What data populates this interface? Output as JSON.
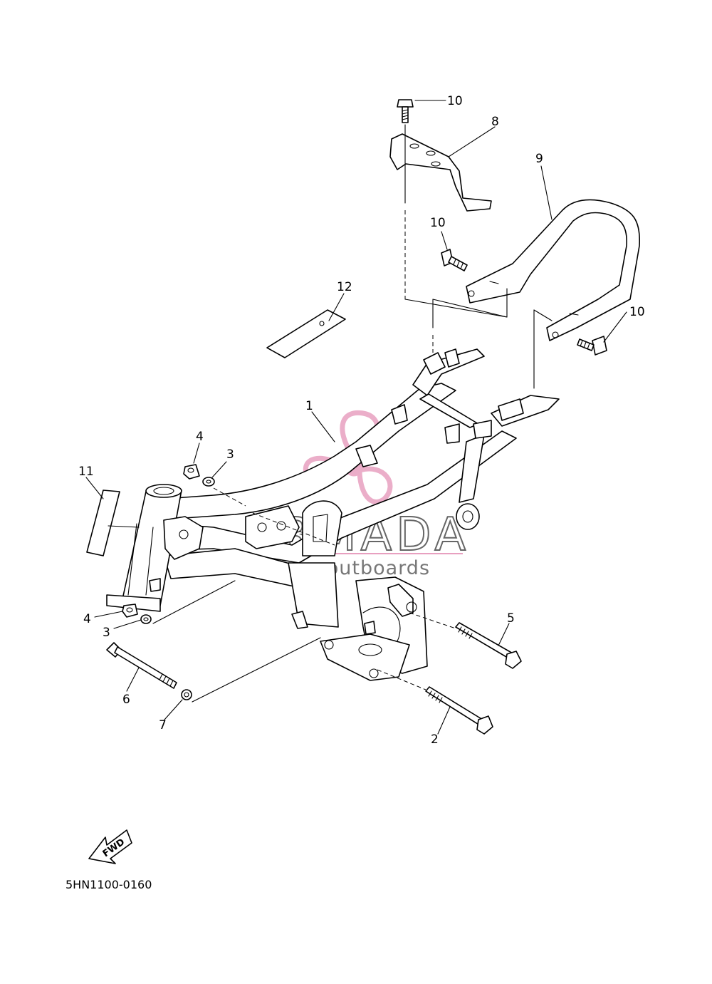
{
  "diagram": {
    "part_code": "5HN1100-0160",
    "fwd_label": "FWD",
    "watermark": {
      "brand": "ARMADA",
      "tagline": "marine outboards",
      "logo_color": "#e8a0c0",
      "text_color": "#666666"
    },
    "callouts": [
      {
        "id": "c1",
        "label": "1"
      },
      {
        "id": "c2",
        "label": "2"
      },
      {
        "id": "c3a",
        "label": "3"
      },
      {
        "id": "c3b",
        "label": "3"
      },
      {
        "id": "c4a",
        "label": "4"
      },
      {
        "id": "c4b",
        "label": "4"
      },
      {
        "id": "c5",
        "label": "5"
      },
      {
        "id": "c6",
        "label": "6"
      },
      {
        "id": "c7",
        "label": "7"
      },
      {
        "id": "c8",
        "label": "8"
      },
      {
        "id": "c9",
        "label": "9"
      },
      {
        "id": "c10a",
        "label": "10"
      },
      {
        "id": "c10b",
        "label": "10"
      },
      {
        "id": "c10c",
        "label": "10"
      },
      {
        "id": "c11",
        "label": "11"
      },
      {
        "id": "c12",
        "label": "12"
      }
    ]
  }
}
